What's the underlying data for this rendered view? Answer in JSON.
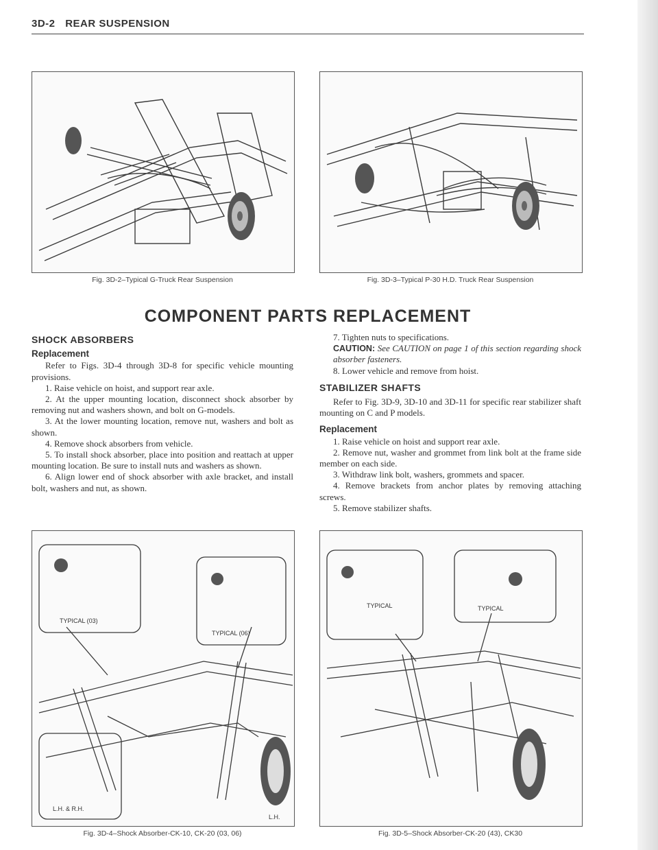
{
  "header": {
    "page_number": "3D-2",
    "section": "REAR SUSPENSION"
  },
  "figures": {
    "fig_3d2": {
      "caption": "Fig. 3D-2–Typical G-Truck Rear Suspension"
    },
    "fig_3d3": {
      "caption": "Fig. 3D-3–Typical P-30 H.D. Truck Rear Suspension"
    },
    "fig_3d4": {
      "caption": "Fig. 3D-4–Shock Absorber-CK-10, CK-20 (03, 06)",
      "callouts": [
        "TYPICAL (03)",
        "TYPICAL (06)",
        "L.H. & R.H.",
        "L.H."
      ]
    },
    "fig_3d5": {
      "caption": "Fig. 3D-5–Shock Absorber-CK-20 (43), CK30",
      "callouts": [
        "TYPICAL",
        "TYPICAL"
      ]
    }
  },
  "section_title": "COMPONENT PARTS REPLACEMENT",
  "shock_absorbers": {
    "heading": "SHOCK ABSORBERS",
    "subheading": "Replacement",
    "intro": "Refer to Figs. 3D-4 through 3D-8 for specific vehicle mounting provisions.",
    "steps": [
      "1. Raise vehicle on hoist, and support rear axle.",
      "2. At the upper mounting location, disconnect shock absorber by removing nut and washers shown, and bolt on G-models.",
      "3. At the lower mounting location, remove nut, washers and bolt as shown.",
      "4. Remove shock absorbers from vehicle.",
      "5. To install shock absorber, place into position and reattach at upper mounting location. Be sure to install nuts and washers as shown.",
      "6. Align lower end of shock absorber with axle bracket, and install bolt, washers and nut, as shown.",
      "7. Tighten nuts to specifications."
    ],
    "caution_label": "CAUTION:",
    "caution_text": "See CAUTION on page 1 of this section regarding shock absorber fasteners.",
    "final_step": "8. Lower vehicle and remove from hoist."
  },
  "stabilizer_shafts": {
    "heading": "STABILIZER SHAFTS",
    "intro": "Refer to Fig. 3D-9, 3D-10 and 3D-11 for specific rear stabilizer shaft mounting on C and P models.",
    "subheading": "Replacement",
    "steps": [
      "1. Raise vehicle on hoist and support rear axle.",
      "2. Remove nut, washer and grommet from link bolt at the frame side member on each side.",
      "3. Withdraw link bolt, washers, grommets and spacer.",
      "4. Remove brackets from anchor plates by removing attaching screws.",
      "5. Remove stabilizer shafts."
    ]
  }
}
